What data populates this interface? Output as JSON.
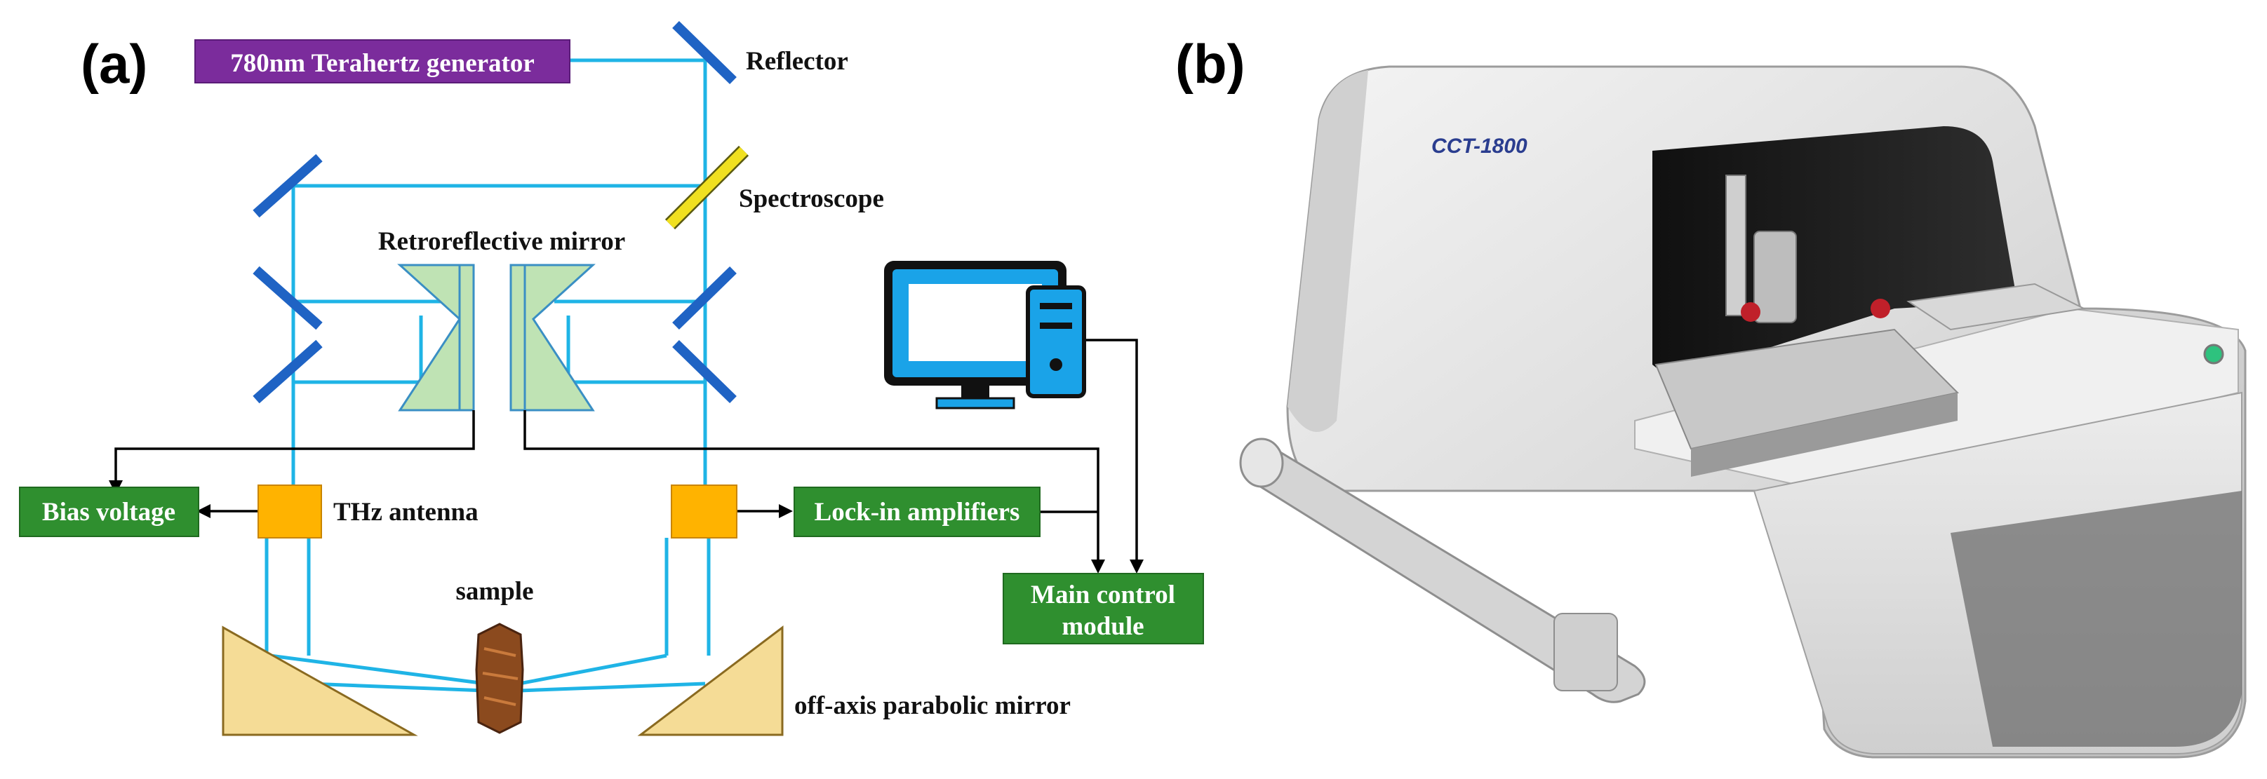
{
  "panel_a": {
    "label": "(a)",
    "generator": "780nm Terahertz generator",
    "reflector": "Reflector",
    "spectroscope": "Spectroscope",
    "retroreflective_mirror": "Retroreflective mirror",
    "bias_voltage": "Bias voltage",
    "thz_antenna": "THz antenna",
    "lock_in_amplifiers": "Lock-in amplifiers",
    "main_control_line1": "Main control",
    "main_control_line2": "module",
    "sample": "sample",
    "off_axis_mirror": "off-axis parabolic mirror"
  },
  "panel_b": {
    "label": "(b)",
    "model_label": "CCT-1800"
  },
  "colors": {
    "beam": "#1fb4e6",
    "mirror": "#1f63c4",
    "generator_box": "#7b2c9c",
    "green_box": "#2f8f2f",
    "antenna": "#ffb300",
    "retro_fill": "#bfe3b4",
    "spectroscope": "#f0e020",
    "parabolic": "#f5dc96",
    "monitor": "#1aa3e8"
  }
}
